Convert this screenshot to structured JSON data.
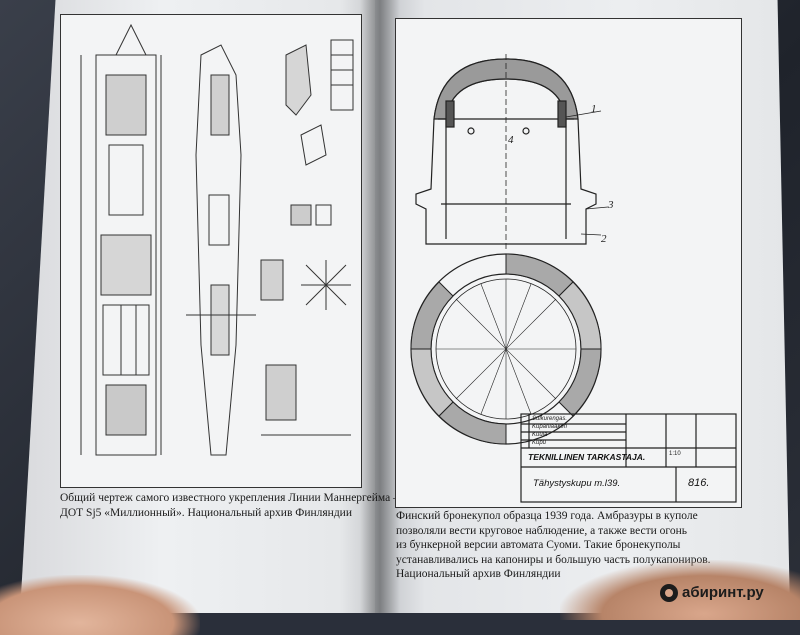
{
  "caption_left": {
    "line1": "Общий чертеж самого известного укрепления Линии Маннергейма –",
    "line2": "ДОТ Sj5 «Миллионный». Национальный архив Финляндии"
  },
  "caption_right": {
    "line1": "Финский бронекупол образца 1939 года. Амбразуры в куполе",
    "line2": "позволяли вести круговое наблюдение, а также вести огонь",
    "line3": "из бункерной версии автомата Суоми. Такие бронекуполы",
    "line4": "устанавливались на капониры и большую часть полукапониров.",
    "line5": "Национальный архив Финляндии"
  },
  "drawing_right": {
    "callout_1": "1",
    "callout_2": "2",
    "callout_3": "3",
    "callout_4": "4",
    "title_block_title": "TEKNILLINEN TARKASTAJA.",
    "title_block_name": "Tähystyskupu m.l39.",
    "title_block_number": "816.",
    "scale": "1:10",
    "parts": [
      "Sulkurengas.",
      "Kuparilaakeri",
      "Kuula",
      "Kupu"
    ]
  },
  "watermark": {
    "text": "абиринт.ру"
  }
}
